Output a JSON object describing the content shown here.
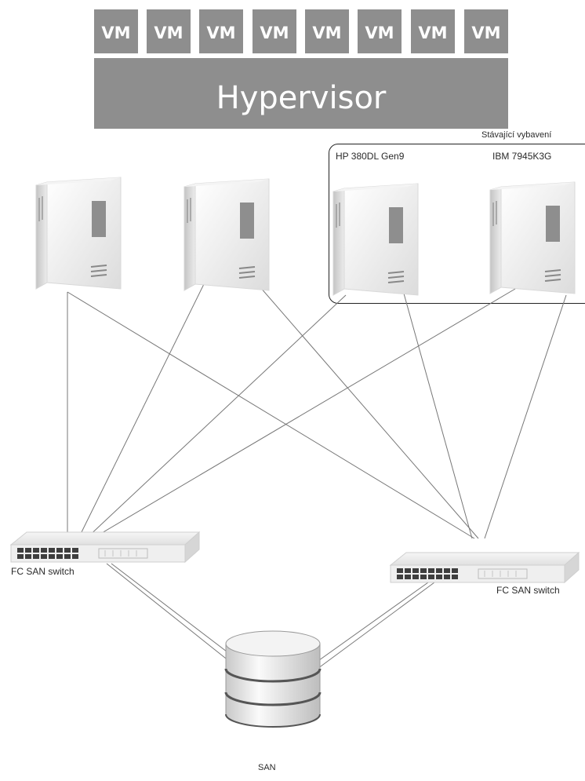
{
  "vms": [
    "VM",
    "VM",
    "VM",
    "VM",
    "VM",
    "VM",
    "VM",
    "VM"
  ],
  "hypervisor": "Hypervisor",
  "existing_group": {
    "title": "Stávající vybavení",
    "servers": [
      "HP 380DL Gen9",
      "IBM 7945K3G"
    ]
  },
  "switches": [
    "FC SAN switch",
    "FC SAN switch"
  ],
  "storage": "SAN"
}
